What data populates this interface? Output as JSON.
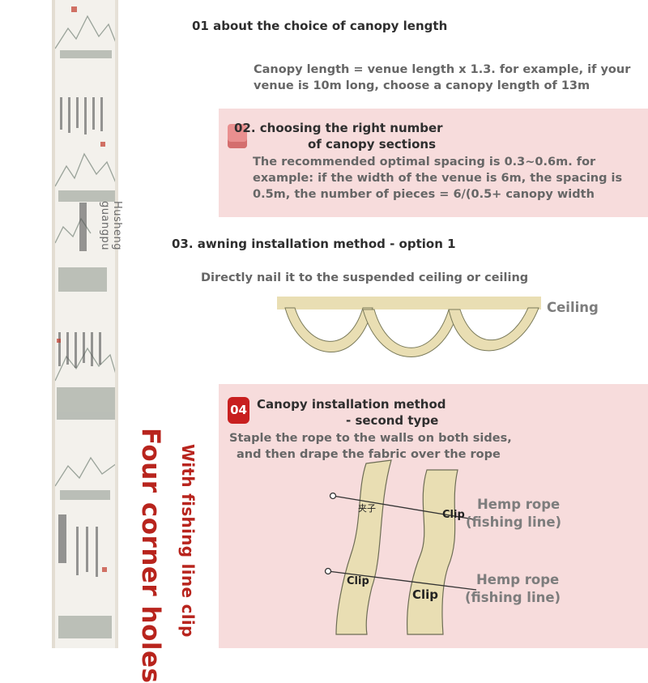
{
  "sections": {
    "s01": {
      "heading": "01 about the choice of canopy length",
      "lines": [
        "Canopy length = venue length x 1.3. for example, if your",
        "venue is 10m long, choose a canopy length of 13m"
      ]
    },
    "s02": {
      "heading_line1": "02. choosing the right number",
      "heading_line2": "of canopy sections",
      "lines": [
        "The recommended optimal spacing is 0.3~0.6m. for",
        "example: if the width of the venue is 6m, the spacing is",
        "0.5m, the number of pieces = 6/(0.5+ canopy width"
      ]
    },
    "s03": {
      "heading": "03. awning installation method - option 1",
      "instruction": "Directly nail it to the suspended ceiling or ceiling",
      "ceiling_label": "Ceiling"
    },
    "s04": {
      "badge": "04",
      "heading_line1": "Canopy installation method",
      "heading_line2": "- second type",
      "lines": [
        "Staple the rope to the walls on both sides,",
        "and then drape the fabric over the rope"
      ],
      "rope_label_1": [
        "Hemp rope",
        "(fishing line)"
      ],
      "rope_label_2": [
        "Hemp rope",
        "(fishing line)"
      ],
      "clip_labels": [
        "Clip",
        "Clip",
        "Clip"
      ],
      "chinese_clip": "夹子"
    }
  },
  "vertical": {
    "brand": [
      "Husheng",
      "guangpu"
    ],
    "corner_holes": "Four corner holes",
    "clip_text": "With fishing line clip"
  },
  "colors": {
    "panel_pink": "#f7dcdc",
    "fabric": "#e9deb3",
    "accent_red": "#b8241d",
    "badge_red": "#c81f1f"
  }
}
